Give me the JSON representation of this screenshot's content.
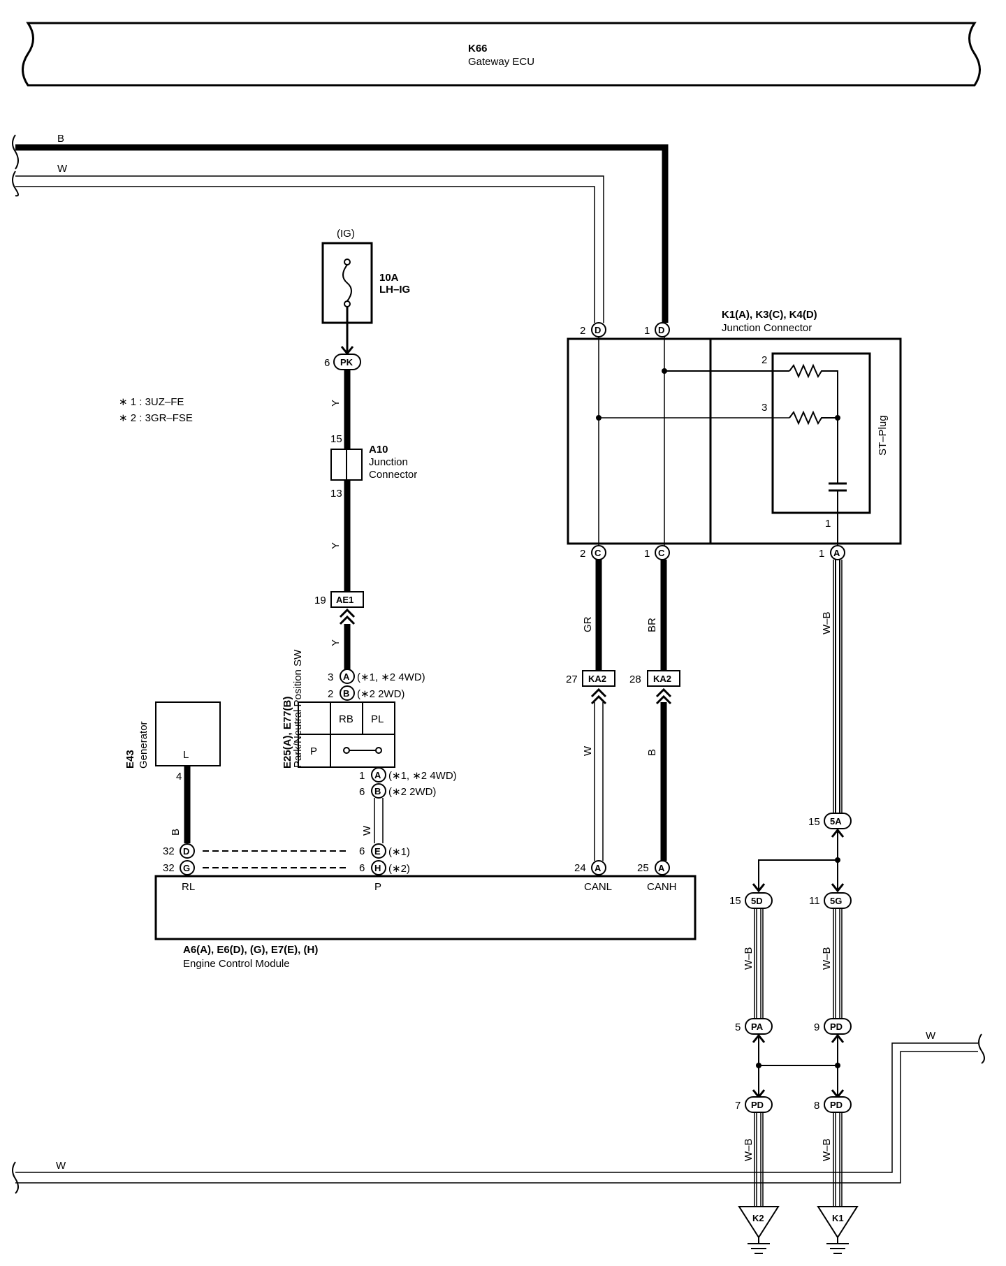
{
  "gateway": {
    "code": "K66",
    "name": "Gateway ECU"
  },
  "wires": {
    "top_b": "B",
    "top_w": "W",
    "bottom_w": "W",
    "right_w": "W",
    "pk_y1": "Y",
    "pk_y2": "Y",
    "ae1_y": "Y",
    "canl_gr": "GR",
    "canh_br": "BR",
    "canl_w": "W",
    "canh_b": "B",
    "st_wb": "W–B",
    "gen_b": "B",
    "sw_w": "W",
    "wb_5d": "W–B",
    "wb_5g": "W–B",
    "wb_k2": "W–B",
    "wb_k1": "W–B"
  },
  "fuse": {
    "source": "(IG)",
    "rating": "10A",
    "name": "LH–IG"
  },
  "notes": {
    "n1": "∗ 1 : 3UZ–FE",
    "n2": "∗ 2 : 3GR–FSE"
  },
  "a10": {
    "code": "A10",
    "name1": "Junction",
    "name2": "Connector",
    "pin_top": "15",
    "pin_bottom": "13"
  },
  "pk": {
    "pin": "6",
    "label": "PK"
  },
  "ae1": {
    "pin": "19",
    "label": "AE1"
  },
  "junction": {
    "codes": "K1(A), K3(C), K4(D)",
    "name": "Junction Connector",
    "top_pins": [
      {
        "pin": "2",
        "conn": "D"
      },
      {
        "pin": "1",
        "conn": "D"
      }
    ],
    "bottom_pins": [
      {
        "pin": "2",
        "conn": "C"
      },
      {
        "pin": "1",
        "conn": "C"
      },
      {
        "pin": "1",
        "conn": "A"
      }
    ],
    "st_plug": "ST–Plug",
    "st_pins": {
      "p2": "2",
      "p3": "3",
      "p1": "1"
    }
  },
  "kA2": [
    {
      "pin": "27",
      "label": "KA2"
    },
    {
      "pin": "28",
      "label": "KA2"
    }
  ],
  "switch": {
    "code": "E25(A), E77(B)",
    "name": "Park/Neutral Position SW",
    "cells": {
      "rb": "RB",
      "pl": "PL",
      "p": "P"
    },
    "top": [
      {
        "pin": "3",
        "conn": "A",
        "note": "(∗1,  ∗2 4WD)"
      },
      {
        "pin": "2",
        "conn": "B",
        "note": "(∗2 2WD)"
      }
    ],
    "bottom": [
      {
        "pin": "1",
        "conn": "A",
        "note": "(∗1,  ∗2 4WD)"
      },
      {
        "pin": "6",
        "conn": "B",
        "note": "(∗2 2WD)"
      }
    ]
  },
  "generator": {
    "code": "E43",
    "name": "Generator",
    "terminal": "L",
    "pin": "4"
  },
  "ecm": {
    "codes": "A6(A), E6(D), (G), E7(E), (H)",
    "name": "Engine Control Module",
    "terminals": {
      "rl": "RL",
      "p": "P",
      "canl": "CANL",
      "canh": "CANH"
    },
    "rl_pins": [
      {
        "pin": "32",
        "conn": "D"
      },
      {
        "pin": "32",
        "conn": "G"
      }
    ],
    "p_pins": [
      {
        "pin": "6",
        "conn": "E",
        "note": "(∗1)"
      },
      {
        "pin": "6",
        "conn": "H",
        "note": "(∗2)"
      }
    ],
    "can_pins": [
      {
        "pin": "24",
        "conn": "A"
      },
      {
        "pin": "25",
        "conn": "A"
      }
    ]
  },
  "splices": {
    "s5a": {
      "pin": "15",
      "label": "5A"
    },
    "s5d": {
      "pin": "15",
      "label": "5D"
    },
    "s5g": {
      "pin": "11",
      "label": "5G"
    },
    "pa": {
      "pin": "5",
      "label": "PA"
    },
    "pd1": {
      "pin": "9",
      "label": "PD"
    },
    "pd2": {
      "pin": "7",
      "label": "PD"
    },
    "pd3": {
      "pin": "8",
      "label": "PD"
    }
  },
  "grounds": {
    "k2": "K2",
    "k1": "K1"
  }
}
